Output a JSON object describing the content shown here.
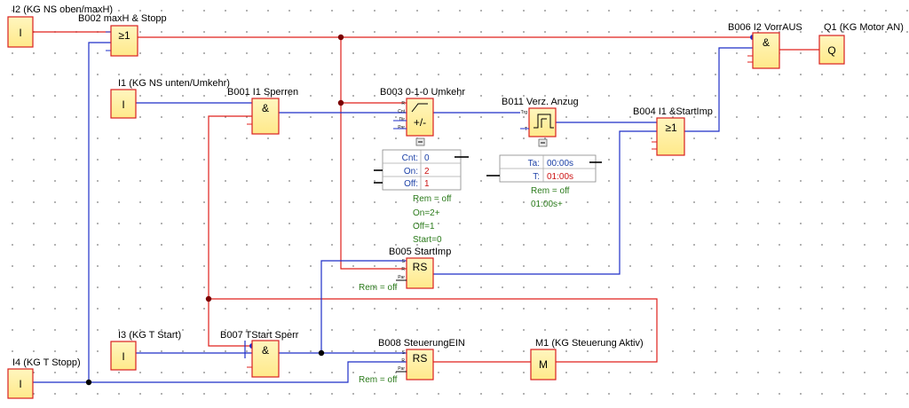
{
  "colors": {
    "wire_red": "#e0201c",
    "wire_blue": "#1f2fc8",
    "block_fill": "#fff2a8",
    "block_stroke": "#d92020",
    "param_blue": "#1a3fa6",
    "param_red": "#cc1414",
    "remanence_green": "#2a7a1a"
  },
  "inputs": {
    "i1": {
      "label": "I1 (KG NS unten/Umkehr)",
      "symbol": "I"
    },
    "i2": {
      "label": "I2 (KG NS oben/maxH)",
      "symbol": "I"
    },
    "i3": {
      "label": "I3 (KG T Start)",
      "symbol": "I"
    },
    "i4": {
      "label": "I4 (KG T Stopp)",
      "symbol": "I"
    }
  },
  "outputs": {
    "q1": {
      "label": "Q1 (KG Motor AN)",
      "symbol": "Q"
    },
    "m1": {
      "label": "M1 (KG Steuerung Aktiv)",
      "symbol": "M"
    }
  },
  "blocks": {
    "b001": {
      "label": "B001 I1 Sperren",
      "symbol": "&"
    },
    "b002": {
      "label": "B002 maxH & Stopp",
      "symbol": "≥1"
    },
    "b003": {
      "label": "B003 0-1-0 Umkehr",
      "symbol": "+/-",
      "pins": [
        "R",
        "Cnt",
        "Dir",
        "Par"
      ],
      "params": [
        {
          "key": "Cnt:",
          "value": "0",
          "color": "#1a3fa6"
        },
        {
          "key": "On:",
          "value": "2",
          "color": "#cc1414"
        },
        {
          "key": "Off:",
          "value": "1",
          "color": "#cc1414"
        }
      ],
      "notes": [
        "Rem = off",
        "On=2+",
        "Off=1",
        "Start=0"
      ]
    },
    "b004": {
      "label": "B004 I1 &StartImp",
      "symbol": "≥1"
    },
    "b005": {
      "label": "B005 StartImp",
      "symbol": "RS",
      "pins": [
        "S",
        "R",
        "Par"
      ],
      "note": "Rem = off"
    },
    "b006": {
      "label": "B006 I2 VorrAUS",
      "symbol": "&"
    },
    "b007": {
      "label": "B007 TStart Sperr",
      "symbol": "&"
    },
    "b008": {
      "label": "B008 SteuerungEIN",
      "symbol": "RS",
      "pins": [
        "S",
        "R",
        "Par"
      ],
      "note": "Rem = off"
    },
    "b011": {
      "label": "B011 Verz. Anzug",
      "pins": [
        "Trg",
        "T"
      ],
      "params": [
        {
          "key": "Ta:",
          "value": "00:00s",
          "color": "#1a3fa6"
        },
        {
          "key": "T:",
          "value": "01:00s",
          "color": "#cc1414"
        }
      ],
      "notes": [
        "Rem = off",
        "01:00s+"
      ]
    }
  }
}
